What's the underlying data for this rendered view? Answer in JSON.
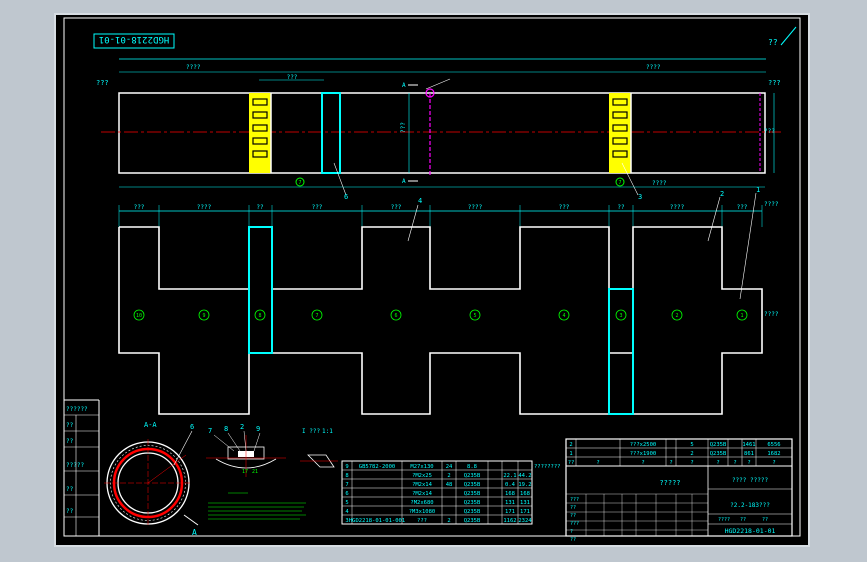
{
  "drawing_number_mirrored": "HGD2218-01-01",
  "corner_mark": "??",
  "top_view": {
    "dim_overall": "????",
    "dim_segment_left": "???",
    "dim_height": "???",
    "section_label": "A",
    "note_right": "???",
    "callout_7": "7",
    "callout_6": "6",
    "callout_3": "3",
    "callout_right_text": "????"
  },
  "flat_layout": {
    "dim_labels": [
      "???",
      "????",
      "??",
      "???",
      "???",
      "????",
      "???",
      "??",
      "????",
      "???"
    ],
    "balloons": [
      "10",
      "9",
      "8",
      "7",
      "6",
      "5",
      "4",
      "3",
      "2",
      "1"
    ],
    "leader_labels": [
      "4",
      "2",
      "1"
    ],
    "note_top": "????",
    "note_mid": "????"
  },
  "section_view": {
    "title": "A-A",
    "label_A": "A",
    "callouts": [
      "6",
      "7",
      "8",
      "2",
      "9"
    ],
    "detail_label": "I ???",
    "detail_scale": "1:1",
    "detail_numbers": [
      "17",
      "21"
    ]
  },
  "left_strip": [
    "??????",
    "??",
    "??",
    "?????",
    "??",
    "??"
  ],
  "bom": {
    "rows": [
      [
        "9",
        "GB5782-2000",
        "M27x130",
        "24",
        "8.8",
        "",
        "",
        ""
      ],
      [
        "8",
        "",
        "?M2x25",
        "2",
        "Q235B",
        "",
        "22.1",
        "44.2"
      ],
      [
        "7",
        "",
        "?M2x14",
        "48",
        "Q235B",
        "",
        "0.4",
        "19.2"
      ],
      [
        "6",
        "",
        "?M2x14",
        "",
        "Q235B",
        "",
        "168",
        "168"
      ],
      [
        "5",
        "",
        "?M2x680",
        "",
        "Q235B",
        "",
        "131",
        "131"
      ],
      [
        "4",
        "",
        "?M3x1080",
        "",
        "Q235B",
        "",
        "171",
        "171"
      ],
      [
        "3",
        "HGD2218-01-01-001",
        "???",
        "2",
        "Q235B",
        "",
        "1162",
        "2324"
      ]
    ],
    "side_note": "????????"
  },
  "title_block": {
    "rows": [
      [
        "2",
        "",
        "???x2500",
        "",
        "5",
        "Q235B",
        "",
        "1461",
        "6556"
      ],
      [
        "1",
        "",
        "???x1900",
        "",
        "2",
        "Q235B",
        "",
        "861",
        "1682"
      ],
      [
        "??",
        "?",
        "?",
        "?",
        "?",
        "?",
        "?",
        "?",
        "?"
      ]
    ],
    "part_name": "?????",
    "material_line": "????  ?????",
    "spec": "?2.2-183???",
    "drawing_number": "HGD2218-01-01",
    "small_cells": [
      "???",
      "??",
      "??",
      "???",
      "?",
      "??",
      "?"
    ],
    "scale_cells": [
      "????",
      "??",
      "??"
    ]
  },
  "colors": {
    "background": "#000000",
    "border": "#ffffff",
    "frame_outer": "#ffffff",
    "dimension": "#00ffff",
    "centerline": "#ff0000",
    "highlight": "#ffff00",
    "magenta": "#ff00ff",
    "callout": "#00ff00"
  }
}
